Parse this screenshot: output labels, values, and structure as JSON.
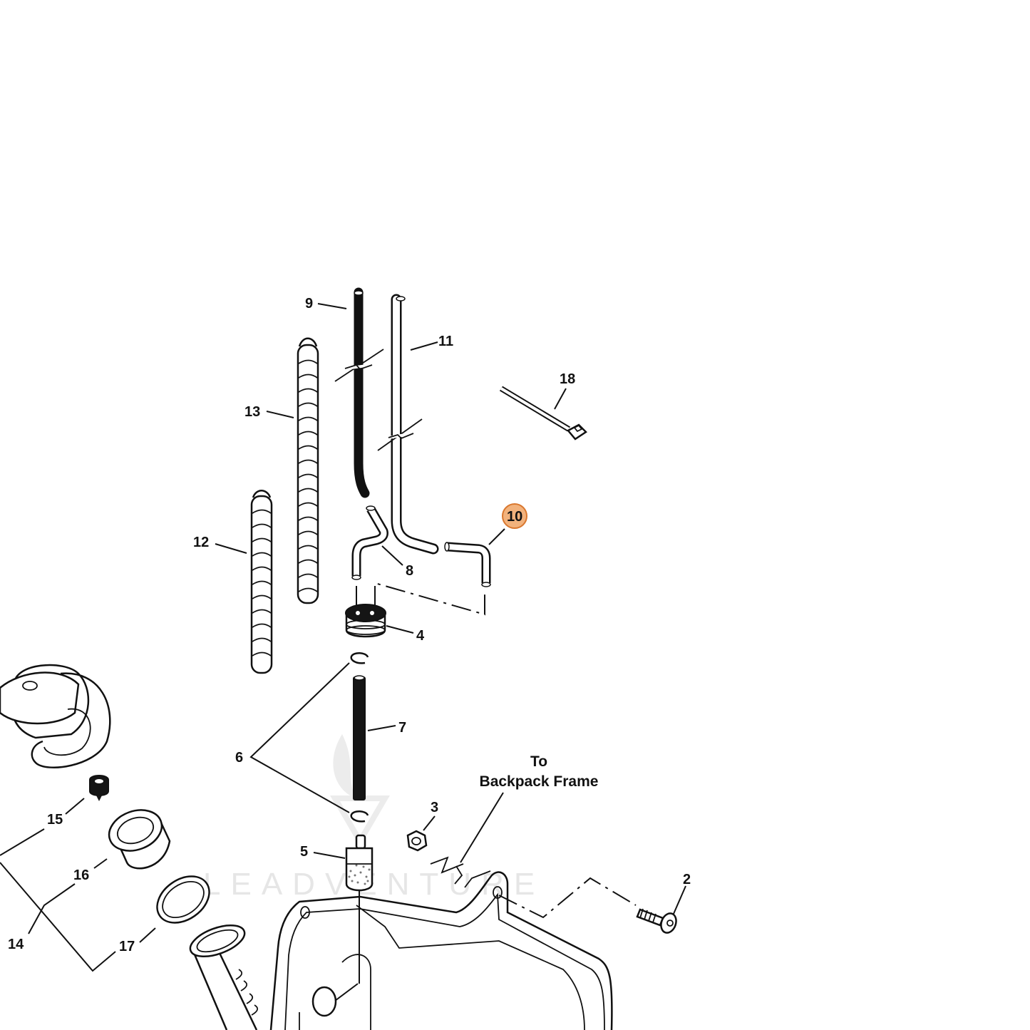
{
  "diagram": {
    "callouts": [
      {
        "id": "c9",
        "text": "9"
      },
      {
        "id": "c11",
        "text": "11"
      },
      {
        "id": "c18",
        "text": "18"
      },
      {
        "id": "c13",
        "text": "13"
      },
      {
        "id": "c10",
        "text": "10",
        "highlighted": true
      },
      {
        "id": "c12",
        "text": "12"
      },
      {
        "id": "c8",
        "text": "8"
      },
      {
        "id": "c4",
        "text": "4"
      },
      {
        "id": "c7",
        "text": "7"
      },
      {
        "id": "c6",
        "text": "6"
      },
      {
        "id": "c15",
        "text": "15"
      },
      {
        "id": "c3",
        "text": "3"
      },
      {
        "id": "c5",
        "text": "5"
      },
      {
        "id": "c16",
        "text": "16"
      },
      {
        "id": "c2",
        "text": "2"
      },
      {
        "id": "c14",
        "text": "14"
      },
      {
        "id": "c17",
        "text": "17"
      }
    ],
    "annotation": {
      "line1": "To",
      "line2": "Backpack Frame"
    },
    "watermark": "LEADVENTURE",
    "highlight_color": "#f2b27c",
    "highlight_stroke": "#d9772e"
  }
}
